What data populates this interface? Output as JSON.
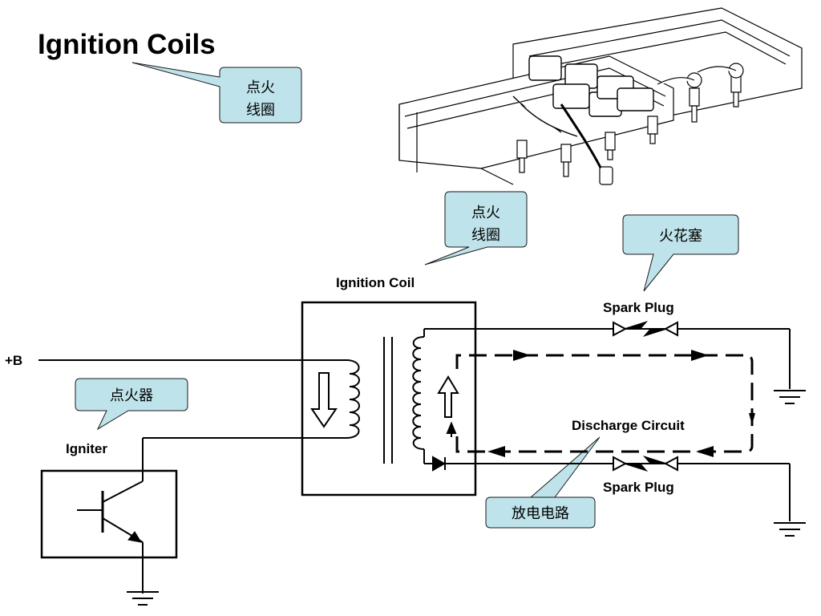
{
  "title": "Ignition Coils",
  "callouts": {
    "coil_top": [
      "点火",
      "线圈"
    ],
    "coil_mid": [
      "点火",
      "线圈"
    ],
    "spark_plug": "火花塞",
    "igniter": "点火器",
    "discharge": "放电电路"
  },
  "labels": {
    "ignition_coil": "Ignition Coil",
    "spark_plug_top": "Spark Plug",
    "spark_plug_bottom": "Spark Plug",
    "discharge_circuit": "Discharge Circuit",
    "igniter": "Igniter",
    "battery": "+B"
  },
  "colors": {
    "callout_fill": "#bfe3ea",
    "callout_stroke": "#1a1a1a",
    "line": "#000000"
  }
}
